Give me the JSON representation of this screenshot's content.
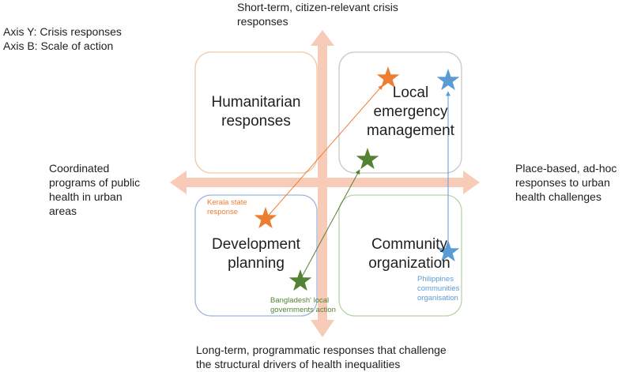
{
  "axis_legend": {
    "line1": "Axis Y: Crisis responses",
    "line2": "Axis B: Scale of action"
  },
  "axes": {
    "top_line1": "Short-term, citizen-relevant crisis",
    "top_line2": "responses",
    "bottom_line1": "Long-term, programmatic responses that challenge",
    "bottom_line2": "the structural drivers of health inequalities",
    "left_line1": "Coordinated",
    "left_line2": "programs of public",
    "left_line3": "health in urban",
    "left_line4": "areas",
    "right_line1": "Place-based, ad-hoc",
    "right_line2": "responses to urban",
    "right_line3": "health challenges"
  },
  "quadrants": {
    "top_left": {
      "line1": "Humanitarian",
      "line2": "responses",
      "border_color": "#f2c7a4"
    },
    "top_right": {
      "line1": "Local",
      "line2": "emergency",
      "line3": "management",
      "border_color": "#c8c8c8"
    },
    "bottom_left": {
      "line1": "Development",
      "line2": "planning",
      "border_color": "#9db6d8"
    },
    "bottom_right": {
      "line1": "Community",
      "line2": "organization",
      "border_color": "#b8d4a8"
    }
  },
  "cases": {
    "kerala": {
      "line1": "Kerala state",
      "line2": "response",
      "color": "#ed7d31"
    },
    "bangladesh": {
      "line1": "Bangladesh' local",
      "line2": "governments action",
      "color": "#548235"
    },
    "philippines": {
      "line1": "Philippines",
      "line2": "communities",
      "line3": "organisation",
      "color": "#5b9bd5"
    }
  },
  "colors": {
    "axis_arrow": "#f8cbb8"
  }
}
